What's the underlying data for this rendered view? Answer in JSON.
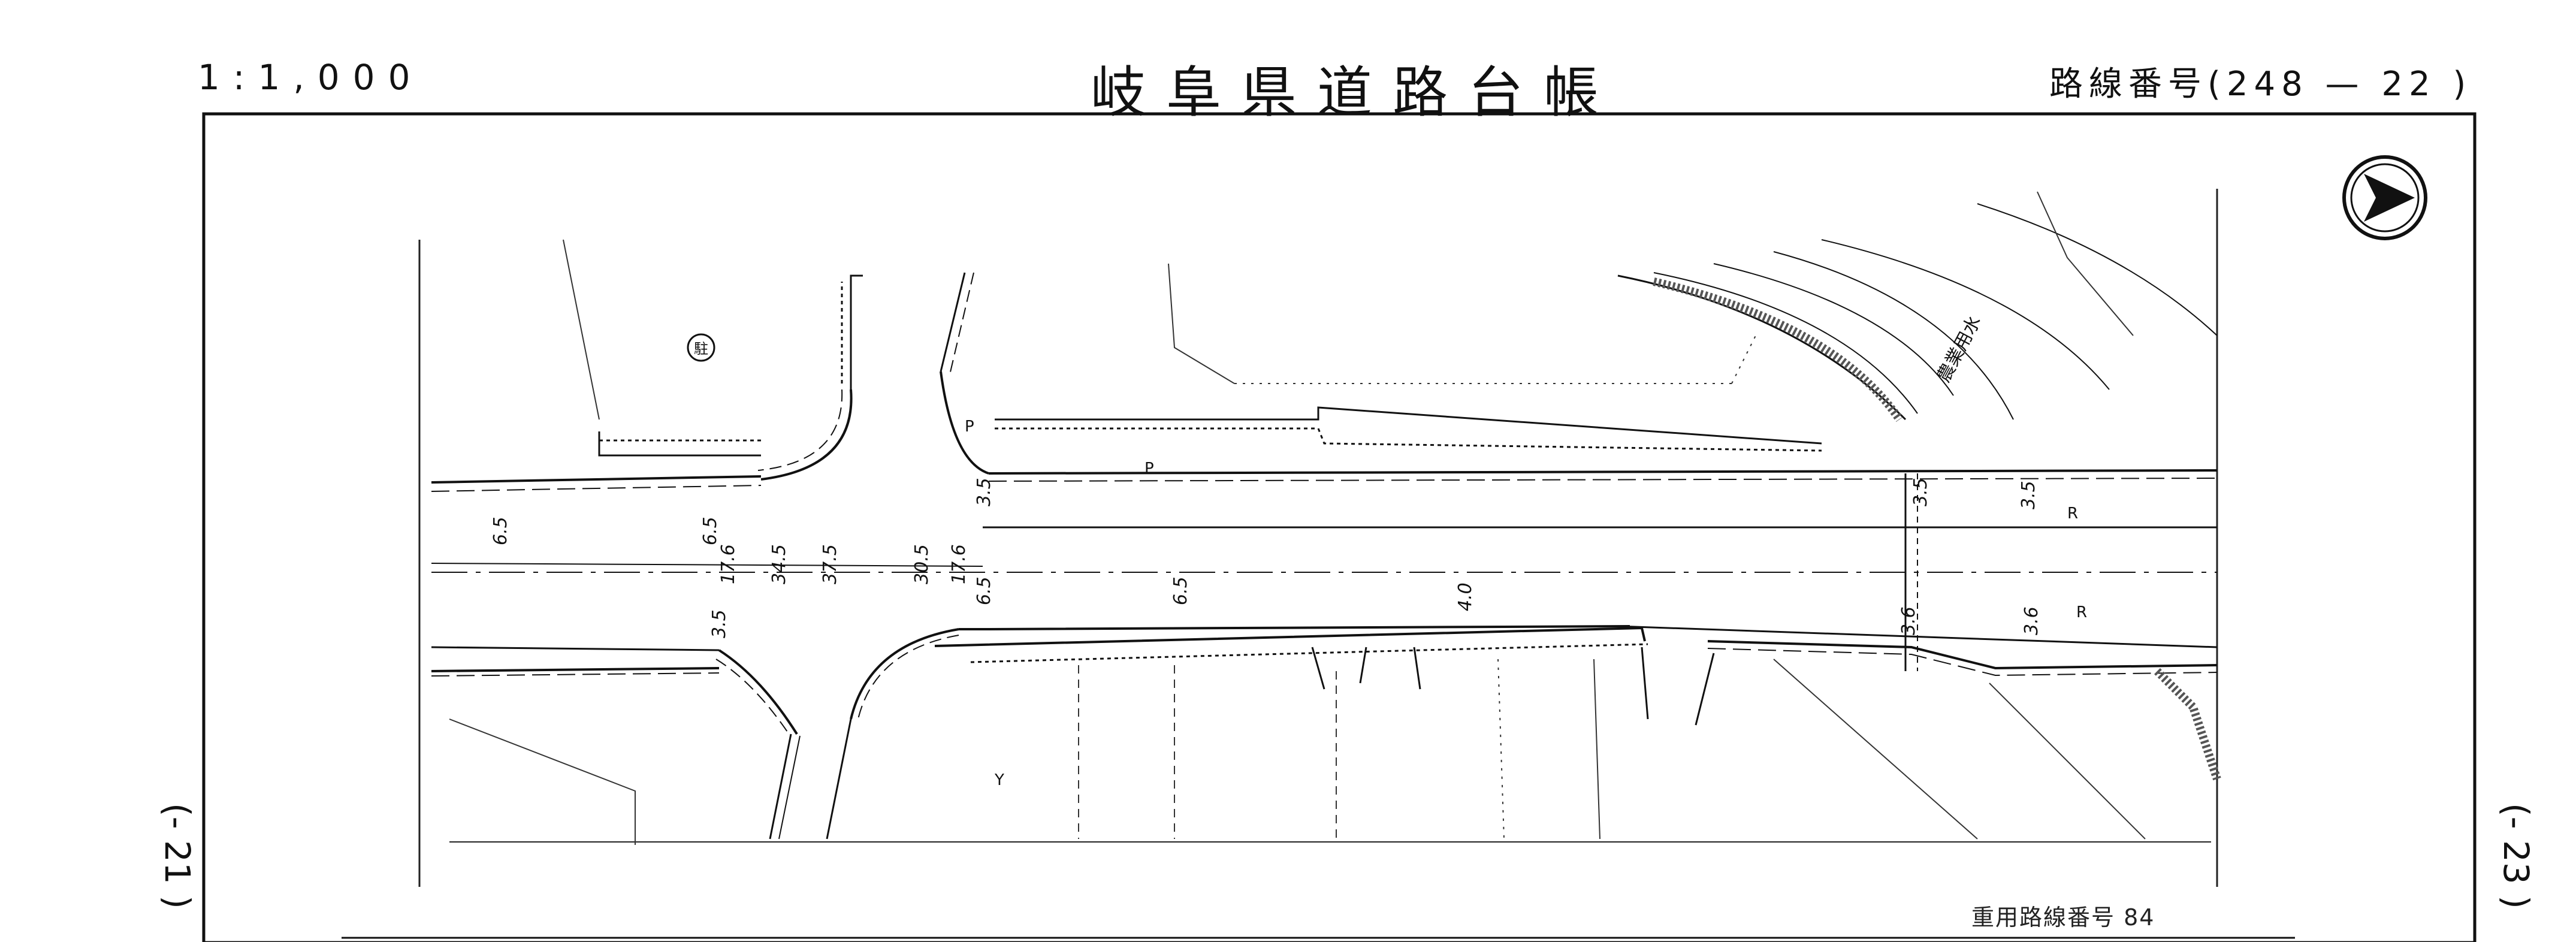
{
  "header": {
    "scale": "1:1,000",
    "title": "岐阜県道路台帳",
    "route_number": "路線番号(248 — 22 )"
  },
  "adjacent_sheets": {
    "left": "(- 21 )",
    "right": "(- 23 )"
  },
  "footer": {
    "overlap_route": "重用路線番号 84"
  },
  "plan": {
    "north_arrow_icon": "north-arrow-icon",
    "parking_symbol": "駐",
    "waterway_label": "農業用水",
    "plot_labels": {
      "p": "P",
      "r": "R",
      "y": "Y"
    },
    "road_widths": [
      "6.5",
      "6.5",
      "17.6",
      "34.5",
      "37.5",
      "30.5",
      "17.6",
      "3.5",
      "6.5",
      "6.5",
      "4.0",
      "3.5",
      "3.5",
      "3.6",
      "3.6",
      "3.5"
    ]
  }
}
